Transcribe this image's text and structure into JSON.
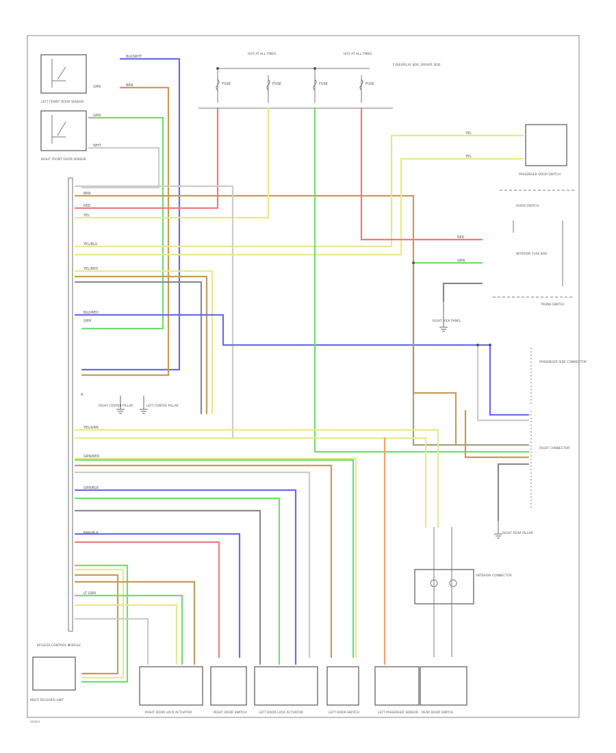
{
  "figure": {
    "id": "W0866"
  },
  "colors": {
    "blk_wht": "#6a6aee",
    "grn": "#70dd70",
    "brn": "#c89a58",
    "red": "#ee7a7a",
    "yel": "#e8e88a",
    "wht": "#cccccc",
    "gry": "#8a8a8a",
    "orn": "#f0a070",
    "grn_brn": "#a0a080",
    "blu": "#6a6aee"
  },
  "components": {
    "left_front_door_sensor": "LEFT FRONT DOOR SENSOR",
    "right_front_door_sensor": "RIGHT FRONT DOOR SENSOR",
    "hot_at_all_times": "HOT AT ALL TIMES",
    "fuse_block": "FUSE/RELAY BOX, DRIVER SIDE",
    "passenger_door_switch": "PASSENGER DOOR SWITCH",
    "hood_switch": "HOOD SWITCH",
    "interior_fuse_box": "INTERIOR FUSE BOX",
    "trunk_switch": "TRUNK SWITCH",
    "g_right_kick": "RIGHT KICK PANEL",
    "passenger_side_connector": "PASSENGER SIDE CONNECTOR",
    "right_connector": "RIGHT CONNECTOR",
    "g_right_rear": "RIGHT REAR PILLAR",
    "g_right_center": "RIGHT CENTER PILLAR",
    "g_left_center": "LEFT CENTER PILLAR",
    "interior_connector": "INTERIOR CONNECTOR",
    "keyless_control_module": "KEYLESS CONTROL MODULE",
    "multi_receiver": "MULTI RECEIVER UNIT",
    "right_door_lock_actuator": "RIGHT DOOR LOCK ACTUATOR",
    "right_door_switch": "RIGHT DOOR SWITCH",
    "left_door_lock_actuator": "LEFT DOOR LOCK ACTUATOR",
    "left_door_switch": "LEFT DOOR SWITCH",
    "left_passenger_sensor": "LEFT PASSENGER SENSOR",
    "rear_door_switch": "REAR DOOR SWITCH"
  },
  "wire_labels": {
    "blk_wht": "BLK/WHT",
    "grn": "GRN",
    "brn": "BRN",
    "red": "RED",
    "yel": "YEL",
    "wht": "WHT",
    "yel_blu": "YEL/BLU",
    "yel_red": "YEL/RED",
    "yel_grn": "YEL/GRN",
    "grn_red": "GRN/RED",
    "grn_blk": "GRN/BLK",
    "brn_blk": "BRN/BLK",
    "blu_red": "BLU/RED",
    "lt_grn": "LT GRN",
    "fuse": "FUSE",
    "a": "A"
  }
}
